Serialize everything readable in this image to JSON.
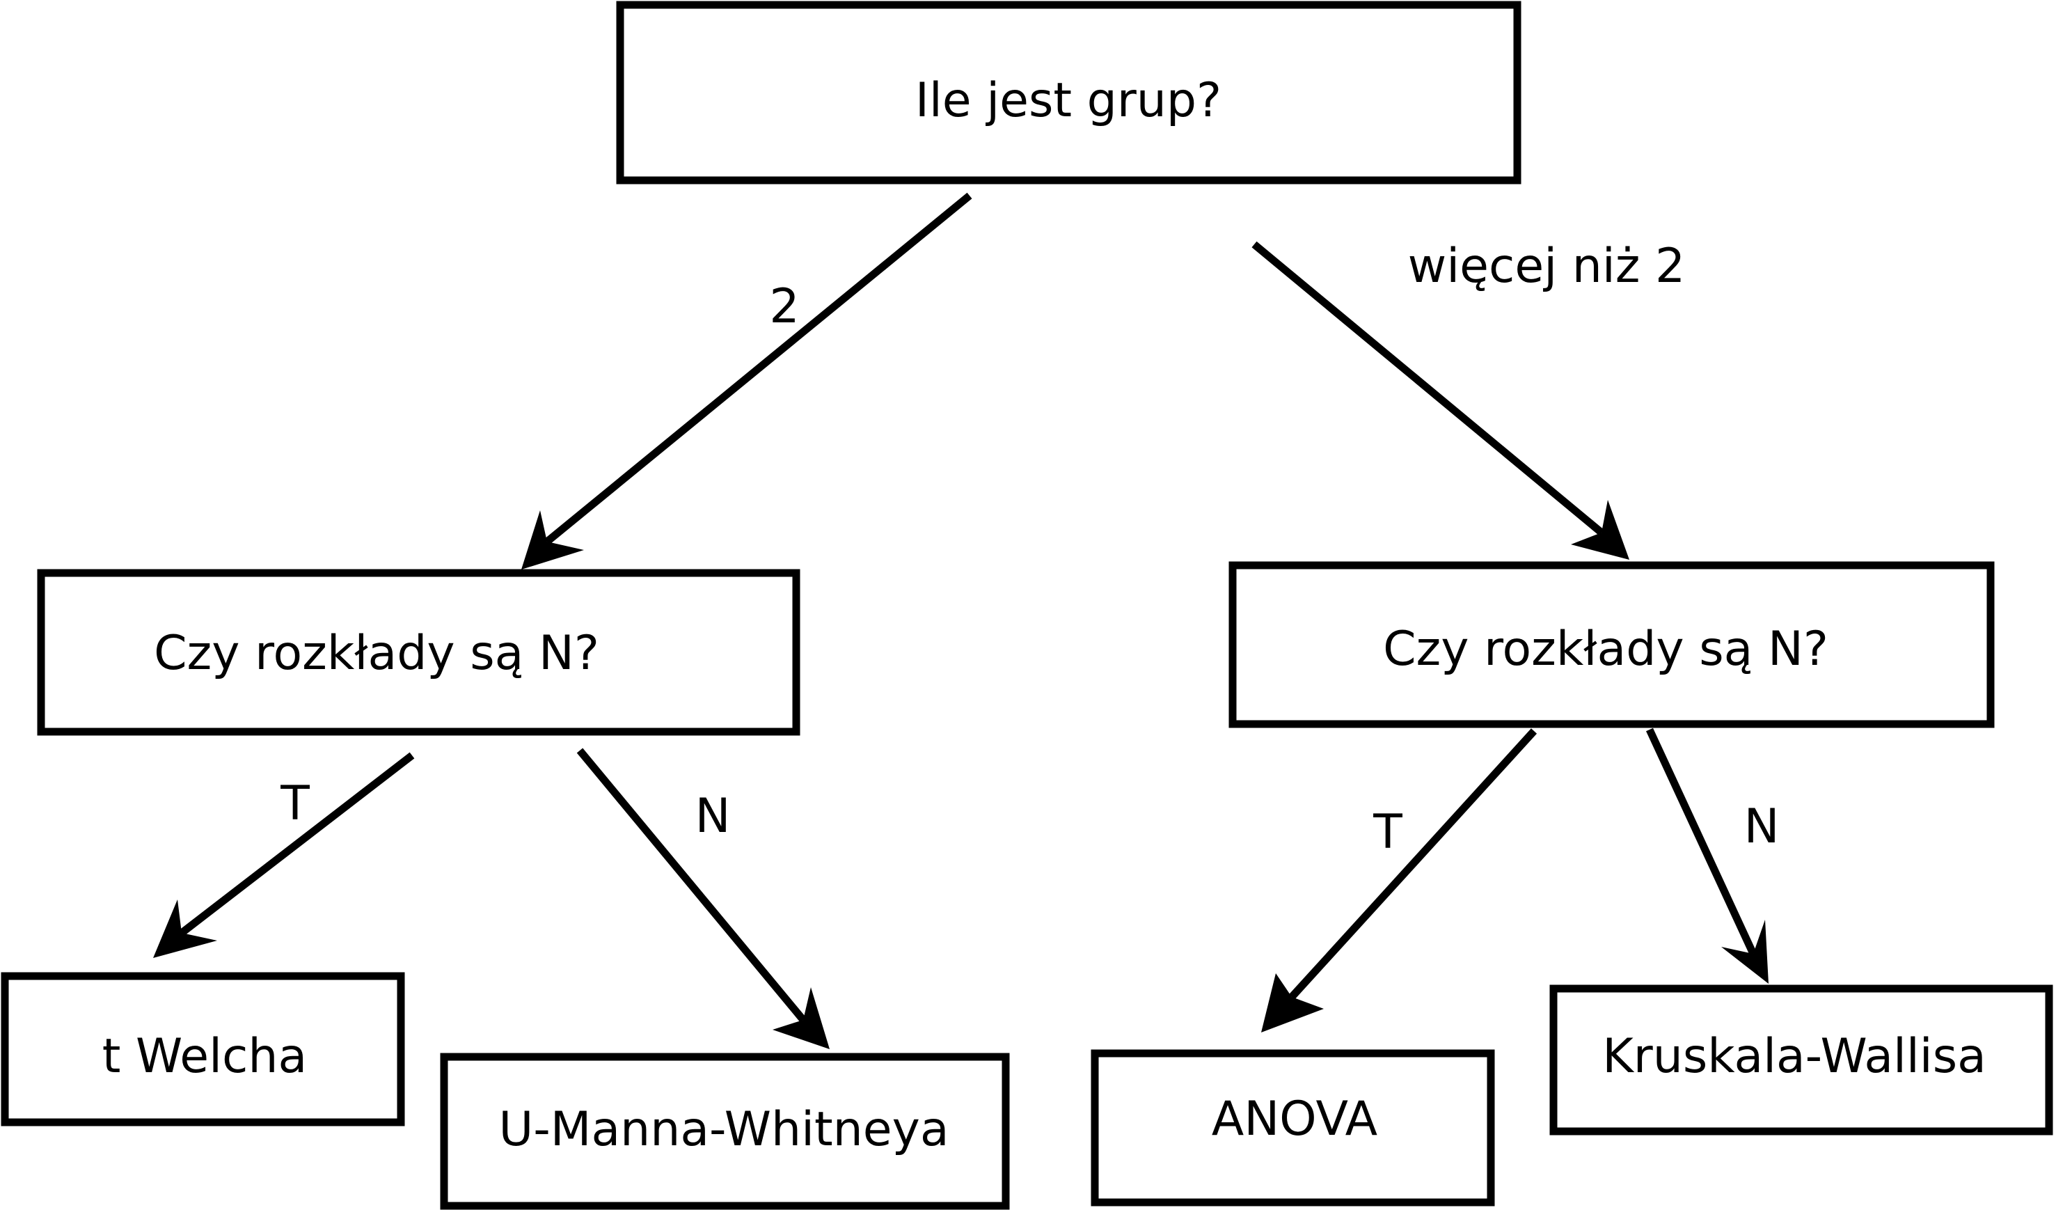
{
  "nodes": {
    "root": {
      "label": "Ile jest grup?"
    },
    "left_question": {
      "label": "Czy rozkłady są N?"
    },
    "right_question": {
      "label": "Czy rozkłady są N?"
    },
    "t_welch": {
      "label": "t Welcha"
    },
    "mann_whitney": {
      "label": "U-Manna-Whitneya"
    },
    "anova": {
      "label": "ANOVA"
    },
    "kruskal_wallis": {
      "label": "Kruskala-Wallisa"
    }
  },
  "edges": {
    "root_to_left": {
      "label": "2"
    },
    "root_to_right": {
      "label": "więcej niż 2"
    },
    "left_to_t_welch": {
      "label": "T"
    },
    "left_to_mann_whitney": {
      "label": "N"
    },
    "right_to_anova": {
      "label": "T"
    },
    "right_to_kruskal_wallis": {
      "label": "N"
    }
  },
  "colors": {
    "stroke": "#000000",
    "background": "#ffffff"
  }
}
